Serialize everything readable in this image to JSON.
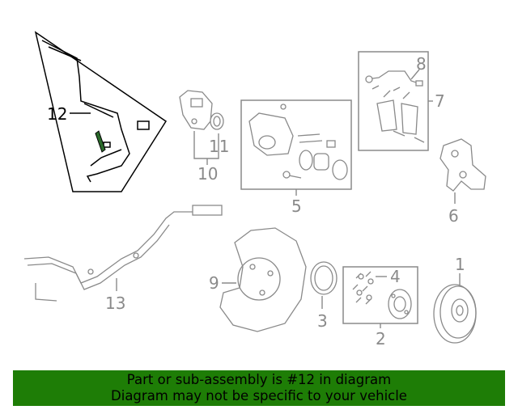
{
  "callouts": {
    "p1": "1",
    "p2": "2",
    "p3": "3",
    "p4": "4",
    "p5": "5",
    "p6": "6",
    "p7": "7",
    "p8": "8",
    "p9": "9",
    "p10": "10",
    "p11": "11",
    "p12": "12",
    "p13": "13"
  },
  "highlight_color": "#000000",
  "part_color": "#8a8a8a",
  "banner": {
    "line1": "Part or sub-assembly is #12 in diagram",
    "line2": "Diagram may not be specific to your vehicle",
    "background": "#1e7d06"
  }
}
